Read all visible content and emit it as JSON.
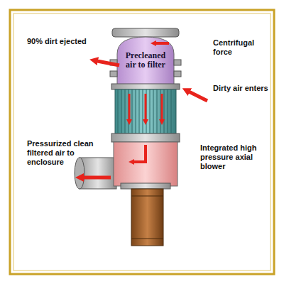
{
  "diagram": {
    "labels": [
      "90% dirt ejected",
      "Centrifugal force",
      "Precleaned air to filter",
      "Dirty air enters",
      "Pressurized clean filtered air to enclosure",
      "Integrated high pressure axial blower"
    ]
  }
}
